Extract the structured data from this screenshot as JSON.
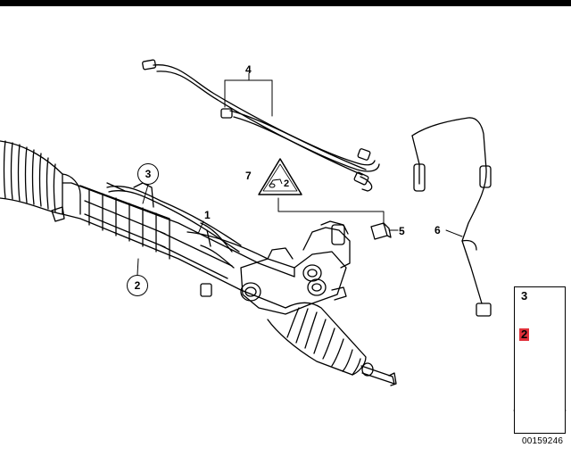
{
  "diagram": {
    "callouts": {
      "c1": "1",
      "c2": "2",
      "c3": "3",
      "c4": "4",
      "c5": "5",
      "c6": "6",
      "c7": "7",
      "c7_triangle_text": "2"
    },
    "legend": {
      "item_3": "3",
      "item_2": "2"
    },
    "doc_number": "00159246"
  },
  "colors": {
    "line": "#000000",
    "highlight": "#e0303a"
  }
}
